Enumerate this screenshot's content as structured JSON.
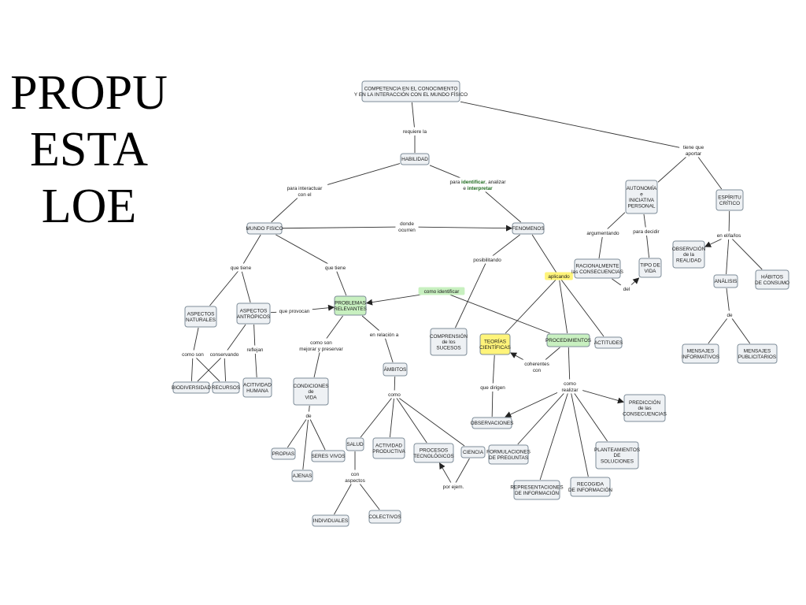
{
  "title_lines": [
    "PROPU",
    "ESTA",
    "LOE"
  ],
  "colors": {
    "node_fill": "#eef1f4",
    "node_border": "#7d8c98",
    "highlight_green": "#c8f0c0",
    "highlight_yellow": "#fff47a",
    "edge": "#333333"
  },
  "nodes": [
    {
      "id": "competencia",
      "lines": [
        "COMPETENCIA EN EL CONOCIMIENTO",
        "Y EN LA INTERACCIÓN CON EL MUNDO FÍSICO"
      ]
    },
    {
      "id": "habilidad",
      "lines": [
        "HABILIDAD"
      ]
    },
    {
      "id": "mundo_fisico",
      "lines": [
        "MUNDO FISICO"
      ]
    },
    {
      "id": "fenomenos",
      "lines": [
        "FENOMENOS"
      ]
    },
    {
      "id": "autonomia",
      "lines": [
        "AUTONOMÍA",
        "e",
        "INICIATIVA",
        "PERSONAL"
      ]
    },
    {
      "id": "espiritu",
      "lines": [
        "ESPÍRITU",
        "CRÍTICO"
      ]
    },
    {
      "id": "racionalmente",
      "lines": [
        "RACIONALMENTE",
        "las CONSECUENCIAS"
      ]
    },
    {
      "id": "tipo_vida",
      "lines": [
        "TIPO DE",
        "VIDA"
      ]
    },
    {
      "id": "observacion_realidad",
      "lines": [
        "OBSERVCIÓN",
        "de la",
        "REALIDAD"
      ]
    },
    {
      "id": "analisis",
      "lines": [
        "ANÁLISIS"
      ]
    },
    {
      "id": "habitos",
      "lines": [
        "HÁBITOS",
        "DE CONSUMO"
      ]
    },
    {
      "id": "mensajes_info",
      "lines": [
        "MENSAJES",
        "INFORMATIVOS"
      ]
    },
    {
      "id": "mensajes_publi",
      "lines": [
        "MENSAJES",
        "PUBLICITARIOS"
      ]
    },
    {
      "id": "aspectos_naturales",
      "lines": [
        "ASPECTOS",
        "NATURALES"
      ]
    },
    {
      "id": "aspectos_antropicos",
      "lines": [
        "ASPECTOS",
        "ANTRÓPICOS"
      ]
    },
    {
      "id": "problemas",
      "lines": [
        "PROBLEMAS",
        "RELEVANTES"
      ],
      "highlight": "green"
    },
    {
      "id": "biodiversidad",
      "lines": [
        "BIODIVERSIDAD"
      ]
    },
    {
      "id": "recursos",
      "lines": [
        "RECURSOS"
      ]
    },
    {
      "id": "actividad_humana",
      "lines": [
        "ACITIVIDAD",
        "HUMANA"
      ]
    },
    {
      "id": "condiciones",
      "lines": [
        "CONDICIONES",
        "de",
        "VIDA"
      ]
    },
    {
      "id": "ambitos",
      "lines": [
        "ÁMBITOS"
      ]
    },
    {
      "id": "propias",
      "lines": [
        "PROPIAS"
      ]
    },
    {
      "id": "ajenas",
      "lines": [
        "AJENAS"
      ]
    },
    {
      "id": "seres_vivos",
      "lines": [
        "SERES VIVOS"
      ]
    },
    {
      "id": "salud",
      "lines": [
        "SALUD"
      ]
    },
    {
      "id": "actividad_productiva",
      "lines": [
        "ACTIVIDAD",
        "PRODUCTIVA"
      ]
    },
    {
      "id": "procesos",
      "lines": [
        "PROCESOS",
        "TECNOLÓGICOS"
      ]
    },
    {
      "id": "ciencia",
      "lines": [
        "CIENCIA"
      ]
    },
    {
      "id": "individuales",
      "lines": [
        "INDIVIDUALES"
      ]
    },
    {
      "id": "colectivos",
      "lines": [
        "COLECTIVOS"
      ]
    },
    {
      "id": "comprension",
      "lines": [
        "COMPRENSIÓN",
        "de los",
        "SUCESOS"
      ]
    },
    {
      "id": "teorias",
      "lines": [
        "TEORÍAS",
        "CIENTÍFICAS"
      ],
      "highlight": "yellow"
    },
    {
      "id": "procedimientos",
      "lines": [
        "PROCEDIMIENTOS"
      ],
      "highlight": "green"
    },
    {
      "id": "actitudes",
      "lines": [
        "ACTITUDES"
      ]
    },
    {
      "id": "observaciones",
      "lines": [
        "OBSERVACIONES"
      ]
    },
    {
      "id": "prediccion",
      "lines": [
        "PREDICCIÓN",
        "de las",
        "CONSECUENCIAS"
      ]
    },
    {
      "id": "formulaciones",
      "lines": [
        "FORMULACIONES",
        "DE PREGUNTAS"
      ]
    },
    {
      "id": "planteamientos",
      "lines": [
        "PLANTEAMIENTOS",
        "DE",
        "SOLUCIONES"
      ]
    },
    {
      "id": "representaciones",
      "lines": [
        "REPRESENTACIONES",
        "DE INFORMACIÓN"
      ]
    },
    {
      "id": "recogida",
      "lines": [
        "RECOGIDA",
        "DE INFORMACIÓN"
      ]
    }
  ],
  "link_labels": [
    {
      "id": "requiere",
      "lines": [
        "requiere la"
      ]
    },
    {
      "id": "tiene_aportar",
      "lines": [
        "tiene que",
        "aportar"
      ]
    },
    {
      "id": "para_interactuar",
      "lines": [
        "para interactuar",
        "con el"
      ]
    },
    {
      "id": "para_identificar",
      "rich": true,
      "lines": [
        [
          "para ",
          "identificar",
          ", analizar"
        ],
        [
          "e ",
          "interpretar",
          ""
        ]
      ]
    },
    {
      "id": "donde_ocurren",
      "lines": [
        "donde",
        "ocurren"
      ]
    },
    {
      "id": "argumentando",
      "lines": [
        "argumentando"
      ]
    },
    {
      "id": "para_decidir",
      "lines": [
        "para decidir"
      ]
    },
    {
      "id": "del",
      "lines": [
        "del"
      ]
    },
    {
      "id": "en_el_la_los",
      "lines": [
        "en el/la/los"
      ]
    },
    {
      "id": "de_espiritu",
      "lines": [
        "de"
      ]
    },
    {
      "id": "que_tiene_1",
      "lines": [
        "que tiene"
      ]
    },
    {
      "id": "que_tiene_2",
      "lines": [
        "que tiene"
      ]
    },
    {
      "id": "que_provocan",
      "lines": [
        "que provocan"
      ]
    },
    {
      "id": "como_identificar",
      "lines": [
        "como identificar"
      ],
      "highlight": "green"
    },
    {
      "id": "posibilitando",
      "lines": [
        "posibilitando"
      ]
    },
    {
      "id": "aplicando",
      "lines": [
        "aplicando"
      ],
      "highlight": "yellow"
    },
    {
      "id": "como_son_1",
      "lines": [
        "como son"
      ]
    },
    {
      "id": "conservando",
      "lines": [
        "conservando"
      ]
    },
    {
      "id": "reflejan",
      "lines": [
        "reflejan"
      ]
    },
    {
      "id": "como_son_mejorar",
      "lines": [
        "como son",
        "mejorar y preservar"
      ]
    },
    {
      "id": "en_relacion",
      "lines": [
        "en relación a"
      ]
    },
    {
      "id": "de_condiciones",
      "lines": [
        "de"
      ]
    },
    {
      "id": "como_ambitos",
      "lines": [
        "como"
      ]
    },
    {
      "id": "con_aspectos",
      "lines": [
        "con",
        "aspectos"
      ]
    },
    {
      "id": "por_ejem",
      "lines": [
        "por ejem."
      ]
    },
    {
      "id": "coherentes",
      "lines": [
        "coherentes",
        "con"
      ]
    },
    {
      "id": "que_dirigen",
      "lines": [
        "que dirigen"
      ]
    },
    {
      "id": "como_realizar",
      "lines": [
        "como",
        "realizar"
      ]
    }
  ]
}
